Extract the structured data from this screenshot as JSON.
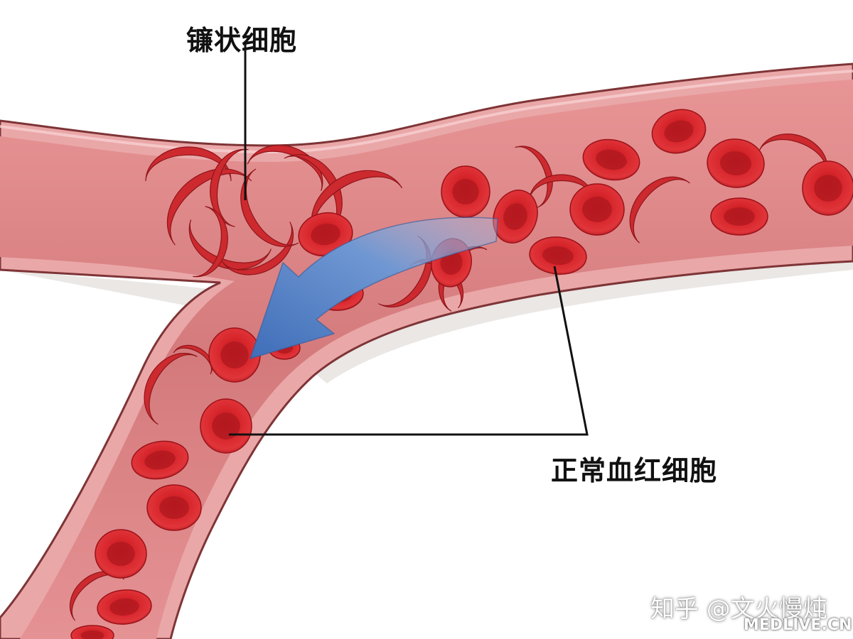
{
  "labels": {
    "sickle_cell": "镰状细胞",
    "normal_cell": "正常血红细胞"
  },
  "watermarks": {
    "zhihu": "知乎 @文火慢炖",
    "site": "MEDLIVE.CN"
  },
  "colors": {
    "vessel_wall": "#e9a7a8",
    "vessel_lumen": "#d98485",
    "vessel_edge": "#8c3a3c",
    "cell": "#d4242a",
    "cell_dark": "#a8141a",
    "arrow": "#5a86c8",
    "leader_line": "#111111"
  }
}
